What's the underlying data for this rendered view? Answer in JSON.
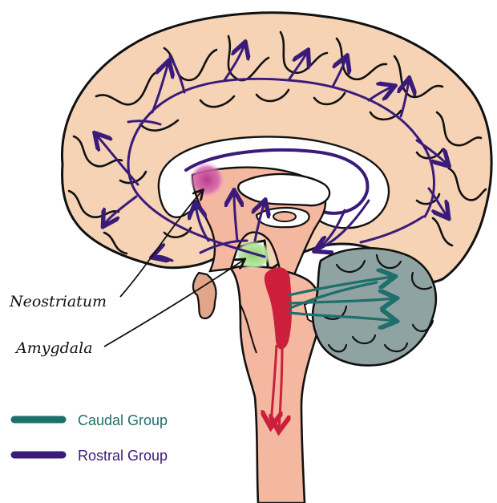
{
  "labels": {
    "neostriatum": "Neostriatum",
    "amygdala": "Amygdala"
  },
  "legend": {
    "caudal": {
      "label": "Caudal Group",
      "color": "#1f6f6c"
    },
    "rostral": {
      "label": "Rostral Group",
      "color": "#3a1b7a"
    }
  },
  "colors": {
    "cortex": "#f6d3b4",
    "outline": "#111111",
    "deep": "#f4b7a0",
    "cerebellum": "#8fa3a3",
    "neostriatum": "#c8529c",
    "amygdala": "#a8dd8c",
    "brainstem_nucleus": "#cc1f3c"
  }
}
